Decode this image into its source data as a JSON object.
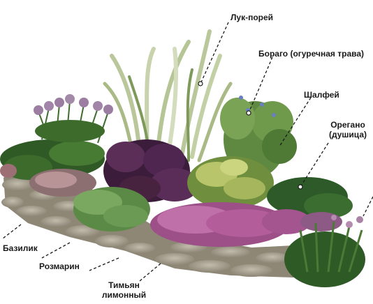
{
  "labels": {
    "leek": "Лук-порей",
    "borage": "Бораго (огуречная трава)",
    "sage": "Шалфей",
    "oregano_line1": "Орегано",
    "oregano_line2": "(душица)",
    "basil": "Базилик",
    "rosemary": "Розмарин",
    "thyme_line1": "Тимьян",
    "thyme_line2": "лимонный"
  },
  "colors": {
    "leader_line": "#1a1a1a",
    "stone": "#a7a08f",
    "foliage_dark": "#2f5a25",
    "foliage_light": "#86a84a",
    "purple_foliage": "#4a2346",
    "thyme_flowers": "#b45d9b"
  }
}
